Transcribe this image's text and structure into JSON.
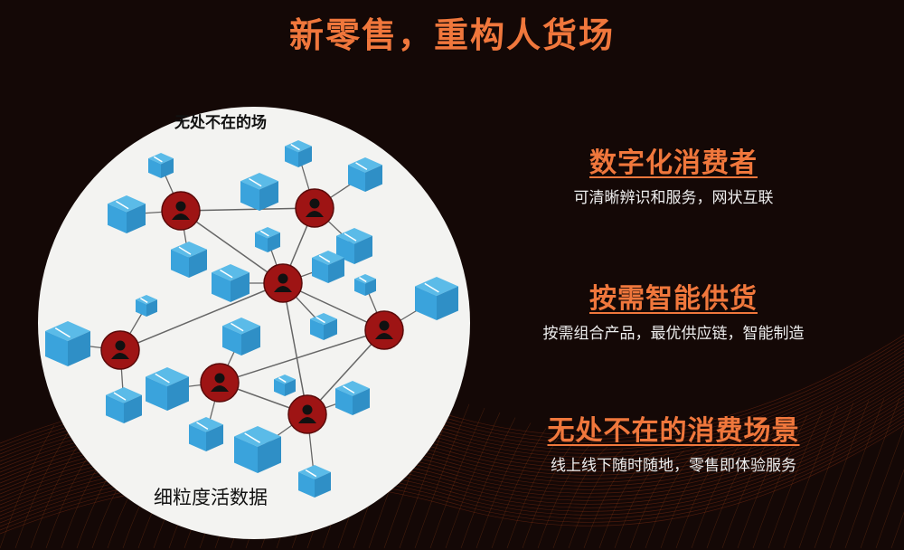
{
  "title": "新零售，重构人货场",
  "circle": {
    "top_label": "无处不在的场",
    "bottom_label": "细粒度活数据"
  },
  "sections": [
    {
      "heading": "数字化消费者",
      "desc": "可清晰辨识和服务，网状互联"
    },
    {
      "heading": "按需智能供货",
      "desc": "按需组合产品，最优供应链，智能制造"
    },
    {
      "heading": "无处不在的消费场景",
      "desc": "线上线下随时随地，零售即体验服务"
    }
  ],
  "colors": {
    "accent": "#f0773c",
    "node": "#9e1414",
    "box": "#3aa3dc",
    "background": "#140806"
  }
}
